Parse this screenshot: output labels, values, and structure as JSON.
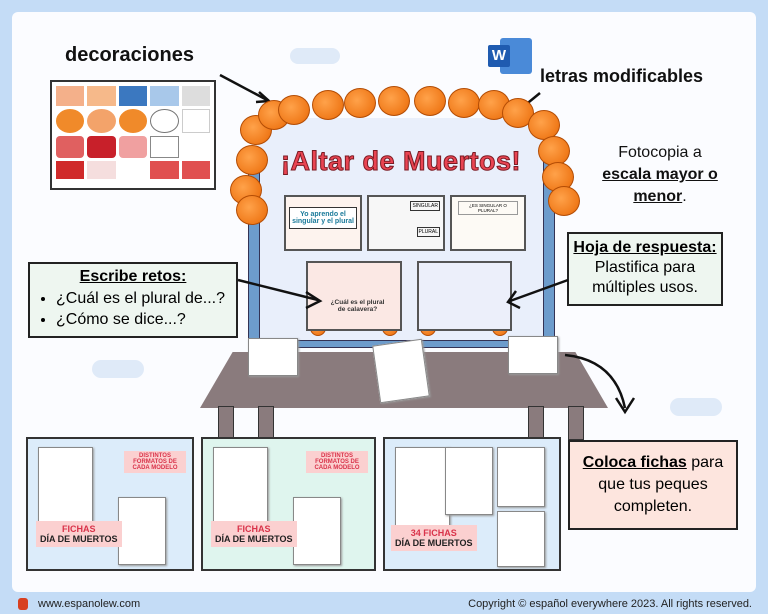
{
  "headings": {
    "decorations": "decoraciones",
    "editable_letters": "letras modificables"
  },
  "altar": {
    "title": "¡Altar de Muertos!",
    "card1": "Yo aprendo el singular y el plural",
    "card2_a": "SINGULAR",
    "card2_b": "PLURAL",
    "card3": "¿ES SINGULAR O PLURAL?",
    "arch_text": "¿Cuál es el plural de calavera?"
  },
  "photocopy": {
    "line1": "Fotocopia a",
    "bold": "escala mayor o menor",
    "end": "."
  },
  "answer_sheet": {
    "title": "Hoja de respuesta:",
    "text": "Plastifica para múltiples usos."
  },
  "challenges": {
    "title": "Escribe retos:",
    "items": [
      "¿Cuál es el plural de...?",
      "¿Cómo se dice...?"
    ]
  },
  "place_cards": {
    "bold": "Coloca fichas",
    "text": " para que tus peques completen."
  },
  "previews": [
    {
      "badge": "DISTINTOS FORMATOS DE CADA MODELO",
      "label1": "FICHAS",
      "label2": "DÍA DE MUERTOS",
      "bg": "#dcecfa"
    },
    {
      "badge": "DISTINTOS FORMATOS DE CADA MODELO",
      "label1": "FICHAS",
      "label2": "DÍA DE MUERTOS",
      "bg": "#dff5ee"
    },
    {
      "badge": "",
      "label1": "34 FICHAS",
      "label2": "DÍA DE MUERTOS",
      "bg": "#dcecfa"
    }
  ],
  "footer": {
    "website": "www.espanolew.com",
    "copyright": "Copyright © español everywhere 2023. All rights reserved."
  },
  "colors": {
    "background": "#c4dcf6",
    "title_red": "#e94452",
    "marigold": "#f07a1a",
    "post_blue": "#6d9ccc"
  },
  "icons": {
    "word": "microsoft-word-icon",
    "logo": "espanolew-logo-icon"
  }
}
